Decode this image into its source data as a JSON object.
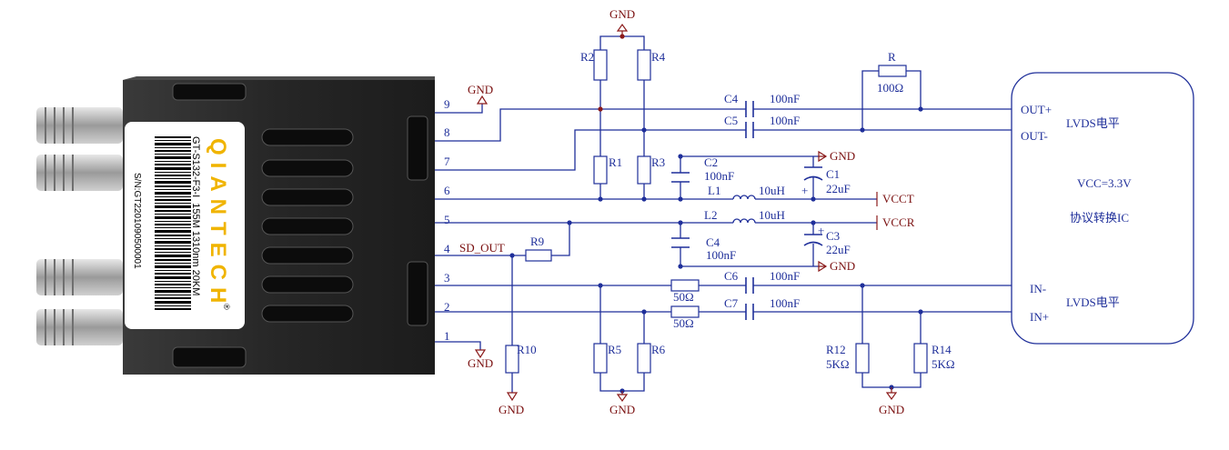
{
  "module": {
    "brand": "QIANTECH",
    "registered_mark": "®",
    "model": "GT-S132-F3-I",
    "spec": "155M 1310nm 20KM",
    "serial": "S/N:GT2201090500001"
  },
  "pins": [
    "9",
    "8",
    "7",
    "6",
    "5",
    "4",
    "3",
    "2",
    "1"
  ],
  "net_labels": {
    "sd_out": "SD_OUT",
    "vcct": "VCCT",
    "vccr": "VCCR",
    "gnd": "GND"
  },
  "components": {
    "r2": "R2",
    "r4": "R4",
    "r1": "R1",
    "r3": "R3",
    "r9": "R9",
    "r10": "R10",
    "r5": "R5",
    "r6": "R6",
    "r12": "R12",
    "r12_val": "5KΩ",
    "r14": "R14",
    "r14_val": "5KΩ",
    "r": "R",
    "r_val": "100Ω",
    "c4_top": "C4",
    "c4_top_val": "100nF",
    "c5": "C5",
    "c5_val": "100nF",
    "c2": "C2",
    "c2_val": "100nF",
    "c1": "C1",
    "c1_val": "22uF",
    "l1": "L1",
    "l1_val": "10uH",
    "l2": "L2",
    "l2_val": "10uH",
    "c4_mid": "C4",
    "c4_mid_val": "100nF",
    "c3": "C3",
    "c3_val": "22uF",
    "c6": "C6",
    "c6_val": "100nF",
    "c7": "C7",
    "c7_val": "100nF",
    "r50a": "50Ω",
    "r50b": "50Ω",
    "plus": "+"
  },
  "ic": {
    "out_plus": "OUT+",
    "out_minus": "OUT-",
    "lvds_top": "LVDS电平",
    "vcc": "VCC=3.3V",
    "title": "协议转换IC",
    "in_minus": "IN-",
    "in_plus": "IN+",
    "lvds_bottom": "LVDS电平"
  },
  "colors": {
    "wire": "#1f2f9a",
    "gnd": "#8b1a1a",
    "module_body": "#2b2b2b",
    "label_text": "#f0b400"
  }
}
